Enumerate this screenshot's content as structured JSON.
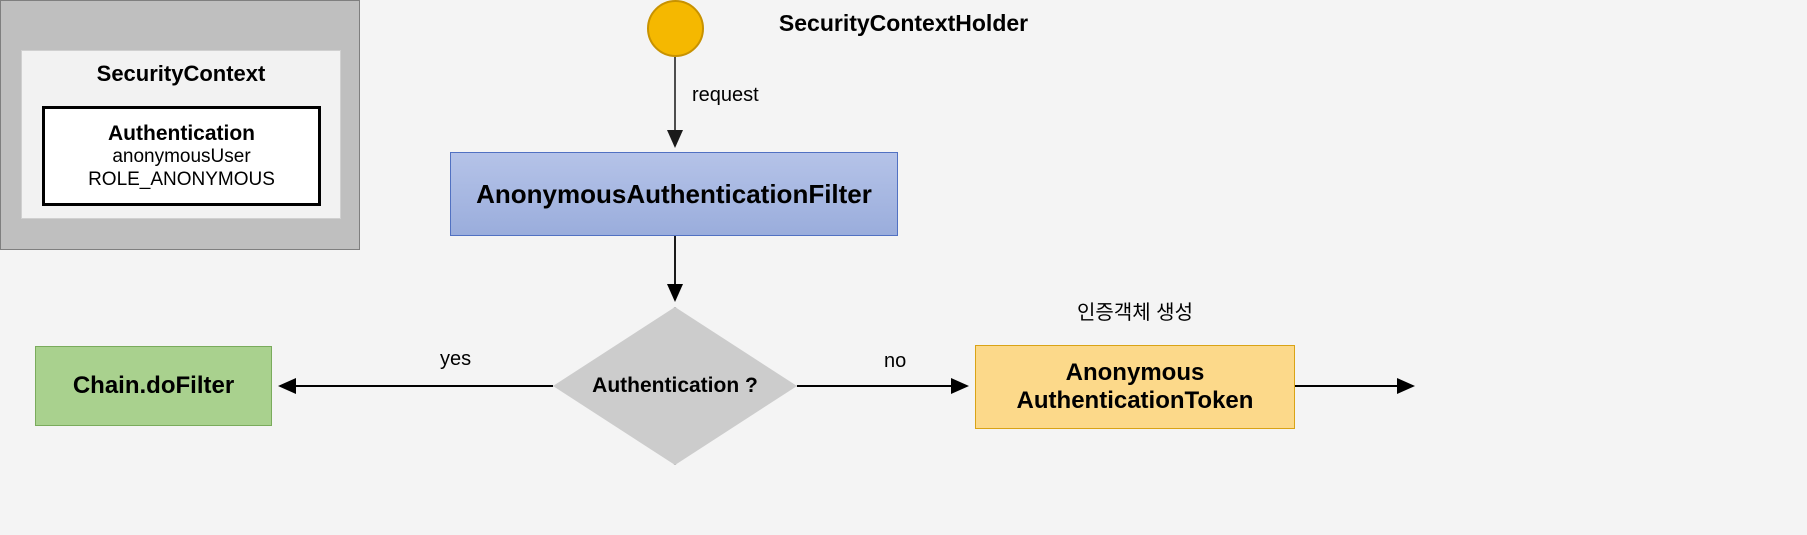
{
  "diagram": {
    "title": "Spring Security AnonymousAuthenticationFilter flow",
    "background": "#f4f4f4",
    "nodes": {
      "start": {
        "name": "start",
        "shape": "circle",
        "fill": "#f5b800",
        "stroke": "#c89200"
      },
      "filter": {
        "label": "AnonymousAuthenticationFilter",
        "shape": "rectangle",
        "fill": "#a9b8e0",
        "stroke": "#5171c2"
      },
      "decision": {
        "label": "Authentication ?",
        "shape": "diamond",
        "fill": "#cccccc",
        "stroke": "#b3b3b3"
      },
      "chain": {
        "label": "Chain.doFilter",
        "shape": "rectangle",
        "fill": "#a9d18e",
        "stroke": "#7aab5c"
      },
      "token": {
        "line1": "Anonymous",
        "line2": "AuthenticationToken",
        "shape": "rectangle",
        "fill": "#fcd98a",
        "stroke": "#d9a316"
      },
      "holder": {
        "label": "SecurityContextHolder",
        "shape": "rectangle",
        "fill": "#bfbfbf",
        "stroke": "#7f7f7f"
      },
      "context": {
        "label": "SecurityContext",
        "shape": "rectangle",
        "fill": "#f2f2f2",
        "stroke": "#d0d0d0"
      },
      "authentication": {
        "title": "Authentication",
        "principal": "anonymousUser",
        "authority": "ROLE_ANONYMOUS",
        "fill": "#ffffff",
        "stroke": "#000000"
      }
    },
    "edges": [
      {
        "from": "start",
        "to": "filter",
        "label": "request"
      },
      {
        "from": "filter",
        "to": "decision",
        "label": ""
      },
      {
        "from": "decision",
        "to": "chain",
        "label": "yes"
      },
      {
        "from": "decision",
        "to": "token",
        "label": "no"
      },
      {
        "from": "token",
        "to": "holder",
        "label": ""
      }
    ],
    "annotations": {
      "create_token": "인증객체 생성"
    }
  }
}
